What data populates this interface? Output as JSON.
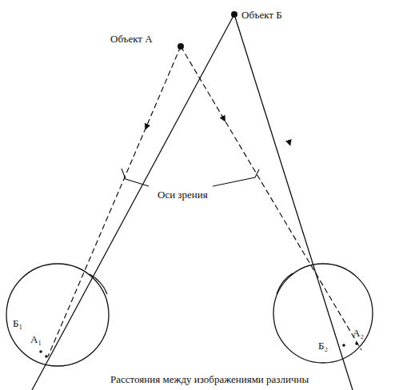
{
  "diagram": {
    "caption": "Расстояния между изображениями различны",
    "labels": [
      "Объект Б",
      "Объект А",
      "Оси зрения",
      "Б₁",
      "А₁",
      "Б₂",
      "А₂"
    ]
  }
}
